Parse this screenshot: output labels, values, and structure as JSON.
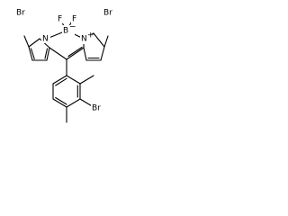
{
  "structure": {
    "atoms": {
      "br_left": "Br",
      "br_right": "Br",
      "br_aryl": "Br",
      "f_left": "F",
      "f_right": "F",
      "boron": "B",
      "boron_charge": "−",
      "n_left": "N",
      "n_right": "N",
      "n_right_charge": "+"
    }
  }
}
